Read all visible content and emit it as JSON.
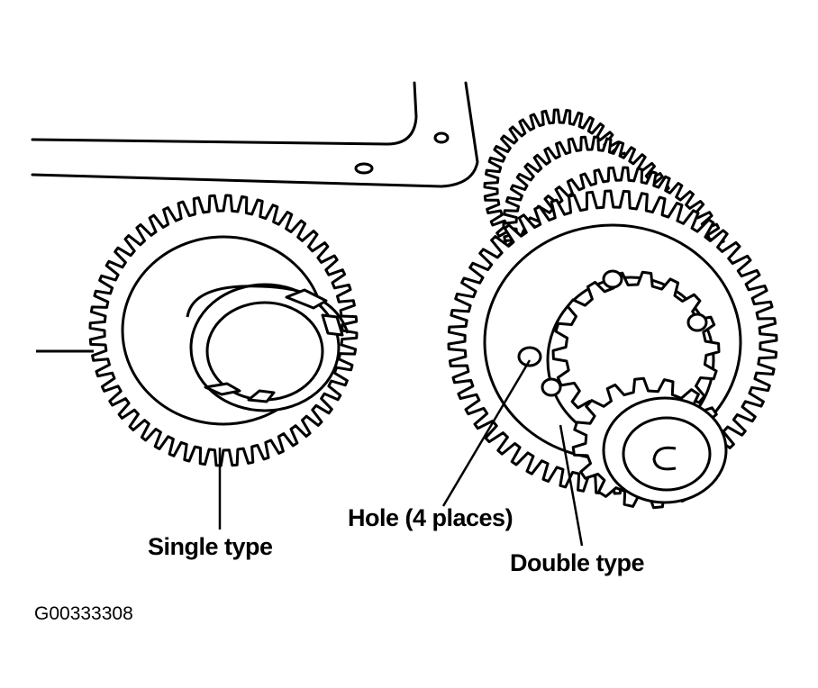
{
  "labels": {
    "single_type": "Single type",
    "hole": "Hole (4 places)",
    "double_type": "Double type",
    "figure_code": "G00333308"
  },
  "colors": {
    "ink": "#000000",
    "paper": "#ffffff"
  }
}
